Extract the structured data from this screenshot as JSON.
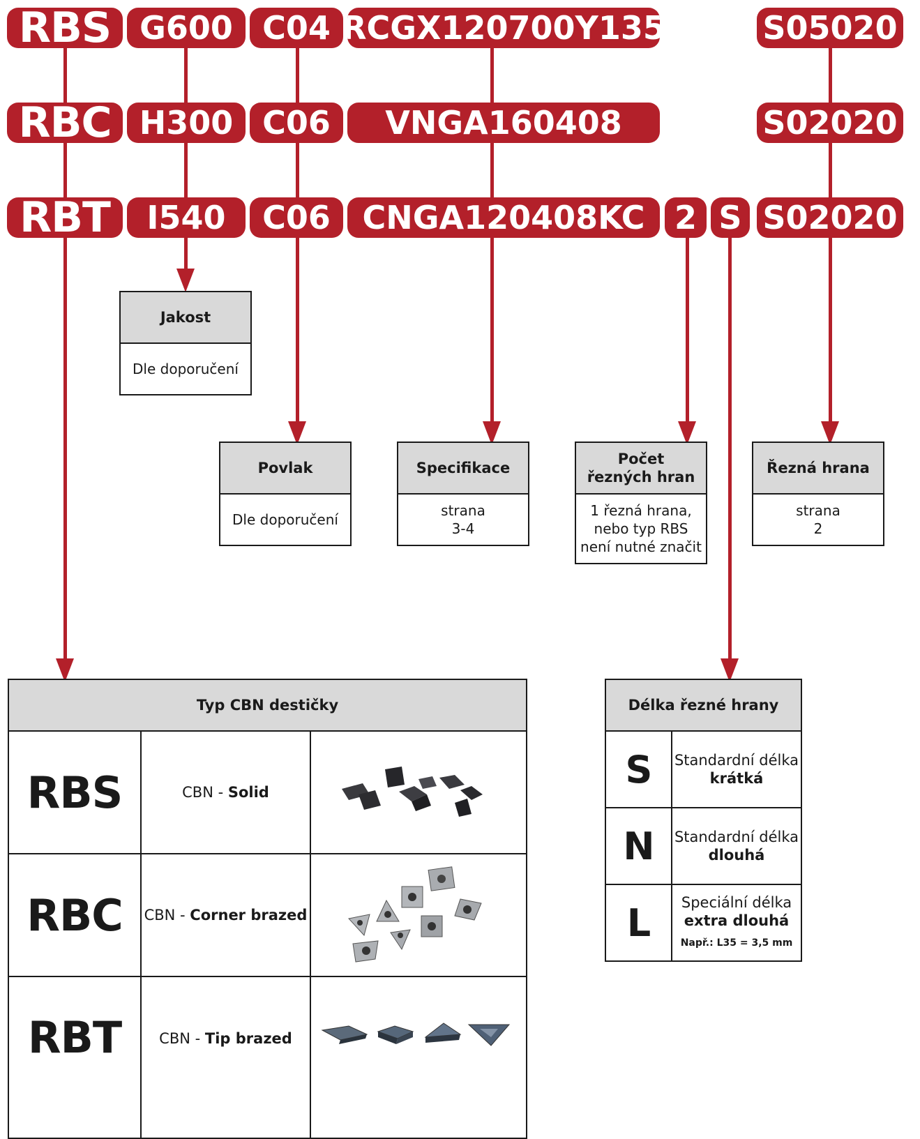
{
  "codes": {
    "row1": [
      "RBS",
      "G600",
      "C04",
      "RCGX120700Y135",
      "S05020"
    ],
    "row2": [
      "RBC",
      "H300",
      "C06",
      "VNGA160408",
      "S02020"
    ],
    "row3": [
      "RBT",
      "I540",
      "C06",
      "CNGA120408KC",
      "2",
      "S",
      "S02020"
    ]
  },
  "info_boxes": {
    "jakost": {
      "title": "Jakost",
      "body": "Dle doporučení"
    },
    "povlak": {
      "title": "Povlak",
      "body": "Dle doporučení"
    },
    "specifikace": {
      "title": "Specifikace",
      "body1": "strana",
      "body2": "3-4"
    },
    "pocet": {
      "title1": "Počet",
      "title2": "řezných hran",
      "body1": "1 řezná hrana,",
      "body2": "nebo typ RBS",
      "body3": "není nutné značit"
    },
    "rezna_hrana": {
      "title": "Řezná hrana",
      "body1": "strana",
      "body2": "2"
    }
  },
  "cbn_table": {
    "title": "Typ CBN destičky",
    "rows": [
      {
        "code": "RBS",
        "prefix": "CBN - ",
        "type": "Solid",
        "image": "solid-cbn-inserts"
      },
      {
        "code": "RBC",
        "prefix": "CBN - ",
        "type": "Corner brazed",
        "image": "corner-brazed-inserts"
      },
      {
        "code": "RBT",
        "prefix": "CBN - ",
        "type": "Tip brazed",
        "image": "tip-brazed-inserts"
      }
    ]
  },
  "length_table": {
    "title": "Délka řezné hrany",
    "rows": [
      {
        "letter": "S",
        "line1": "Standardní délka",
        "line2": "krátká",
        "note": ""
      },
      {
        "letter": "N",
        "line1": "Standardní délka",
        "line2": "dlouhá",
        "note": ""
      },
      {
        "letter": "L",
        "line1": "Speciální délka",
        "line2": "extra dlouhá",
        "note": "Např.: L35 = 3,5 mm"
      }
    ]
  },
  "colors": {
    "accent": "#b3202a",
    "header_gray": "#d9d9d9",
    "border": "#1a1a1a"
  }
}
